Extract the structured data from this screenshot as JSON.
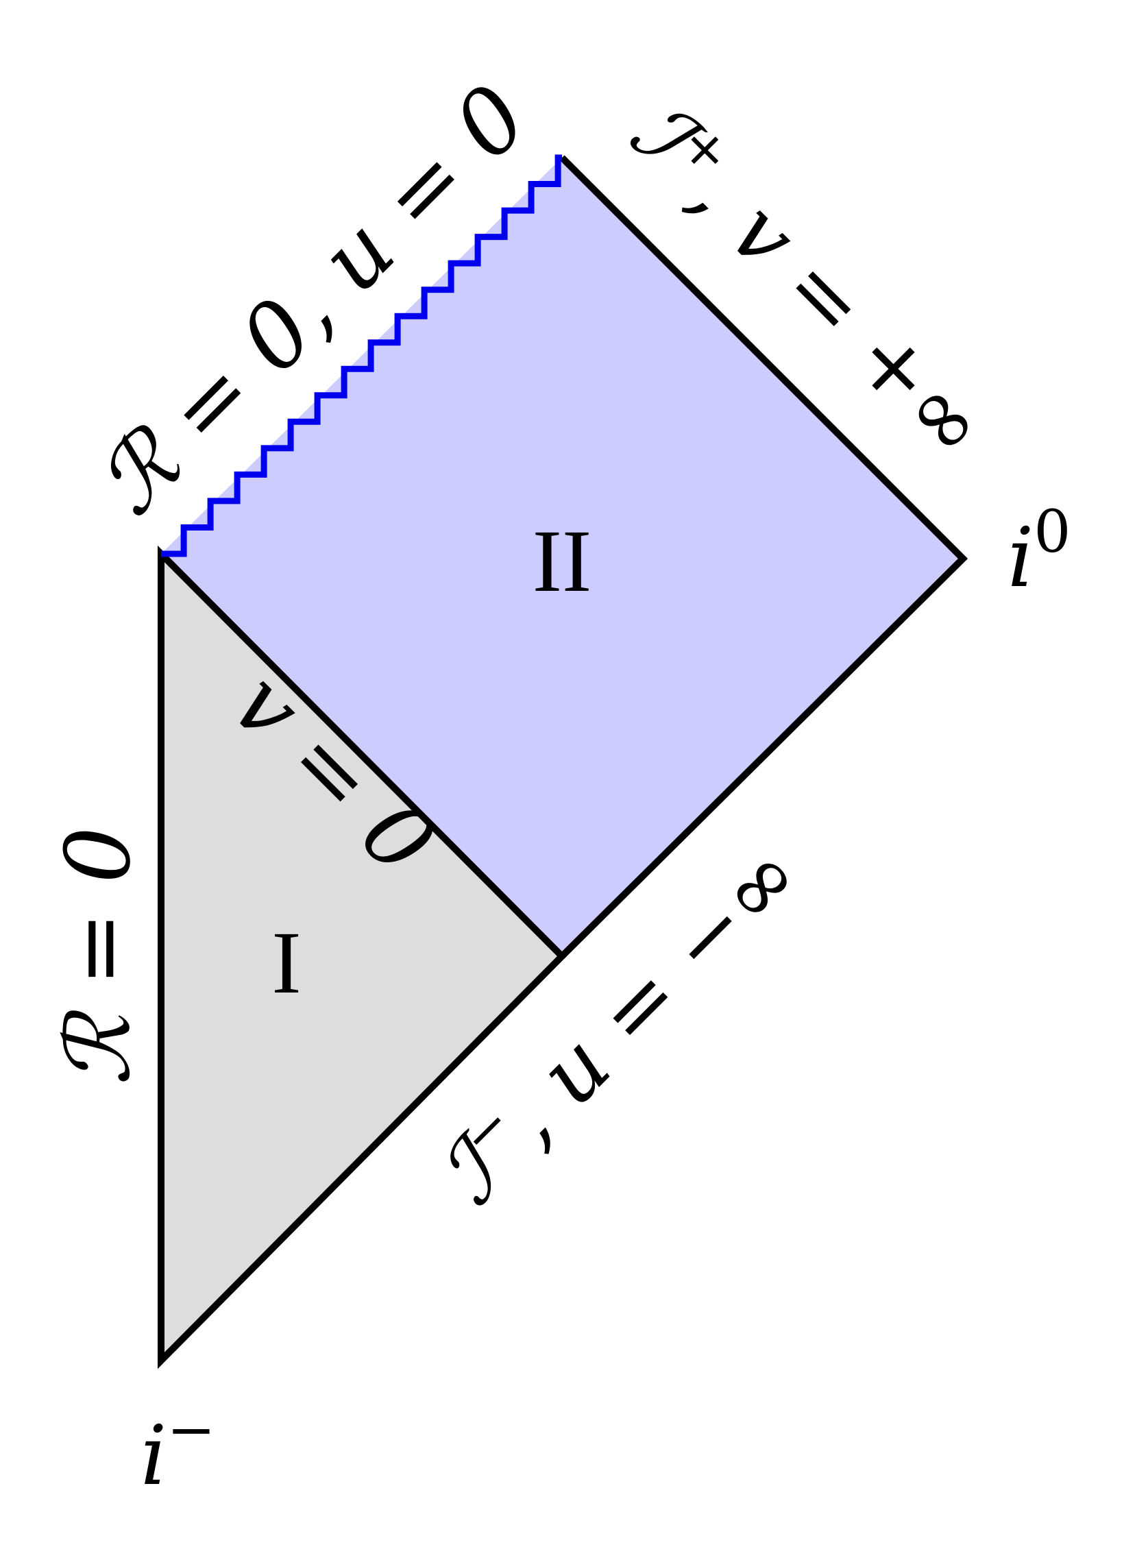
{
  "colors": {
    "region_I": "#dddddd",
    "region_II": "#ccccff",
    "singularity": "#0000ee",
    "outline": "#000000"
  },
  "regions": {
    "region_I": "I",
    "region_II": "II"
  },
  "labels": {
    "singularity_top": "ℛ = 0, u = 0",
    "scri_plus": "ℐ",
    "scri_plus_sup": "+",
    "scri_plus_rest": ", v = +∞",
    "i0": "i",
    "i0_sup": "0",
    "horizon": "v = 0",
    "r_axis": "ℛ = 0",
    "scri_minus": "ℐ",
    "scri_minus_sup": "−",
    "scri_minus_rest": ", u = −∞",
    "i_minus": "i",
    "i_minus_sup": "−"
  }
}
